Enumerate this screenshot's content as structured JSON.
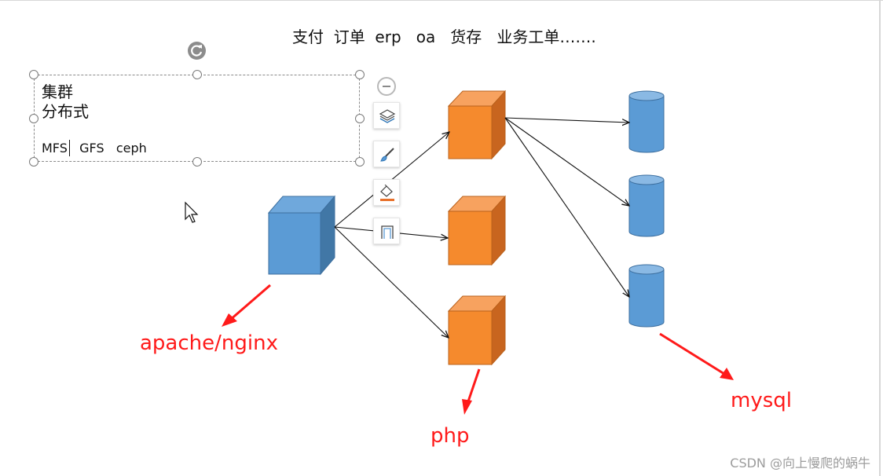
{
  "header": {
    "title": "支付  订单  erp   oa   货存   业务工单……."
  },
  "textbox": {
    "line1": "集群",
    "line2": "分布式",
    "line3": "MFS   GFS   ceph"
  },
  "toolbar": {
    "icons": [
      "minus-circle-icon",
      "layers-icon",
      "brush-icon",
      "fill-bucket-icon",
      "frame-icon"
    ]
  },
  "labels": {
    "web": "apache/nginx",
    "app": "php",
    "db": "mysql"
  },
  "colors": {
    "web_server": "#5b9bd5",
    "app_server": "#f58a2d",
    "database": "#5b9bd5",
    "annotation": "#ff1a1a"
  },
  "watermark": "CSDN @向上慢爬的蜗牛"
}
